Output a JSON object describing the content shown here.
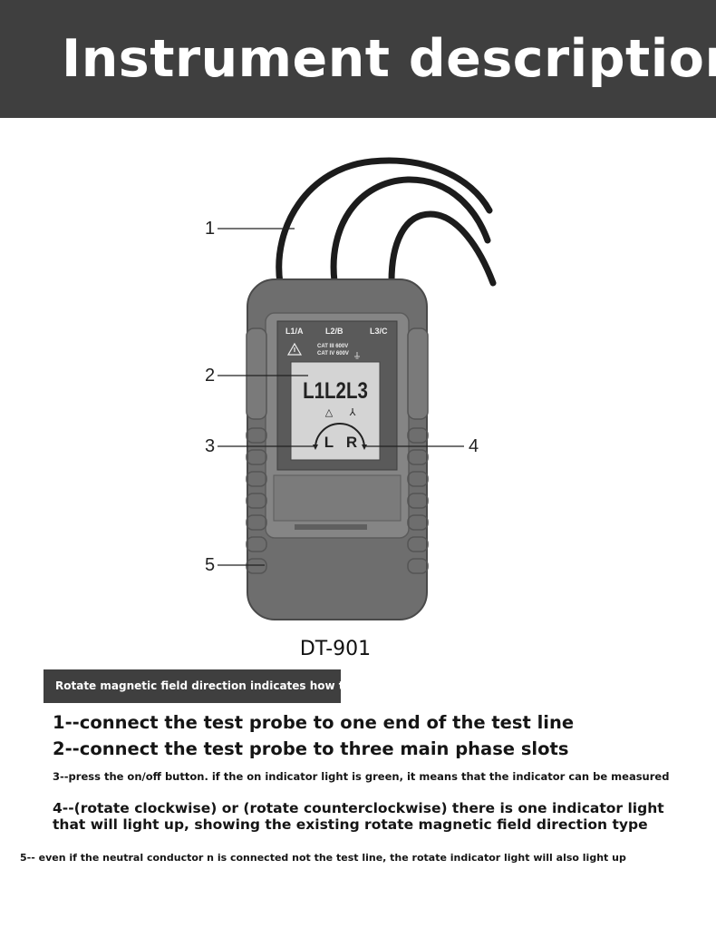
{
  "header": {
    "title": "Instrument description"
  },
  "device": {
    "terminals": [
      "L1/A",
      "L2/B",
      "L3/C"
    ],
    "rating_line1": "CAT III 600V",
    "rating_line2": "CAT IV 600V",
    "lcd_phases": "L1L2L3",
    "lcd_delta": "△",
    "lcd_star": "⅄",
    "lcd_left": "L",
    "lcd_right": "R",
    "model": "DT-901"
  },
  "callouts": [
    "1",
    "2",
    "3",
    "4",
    "5"
  ],
  "banner": "Rotate magnetic field direction indicates how to use",
  "steps": [
    "1--connect the test probe to one end of the test line",
    "2--connect the test probe to three main phase slots",
    "3--press the on/off button. if the on indicator light is green, it means that the indicator can be measured",
    "4--(rotate clockwise) or (rotate counterclockwise) there is one indicator light that will light up, showing the existing rotate magnetic field direction type",
    "5-- even if the neutral conductor n is connected not the test line, the rotate indicator light will also light up"
  ],
  "colors": {
    "header_bg": "#3f3f3f",
    "device_body": "#6e6e6e",
    "lcd_bg": "#d4d4d4"
  }
}
